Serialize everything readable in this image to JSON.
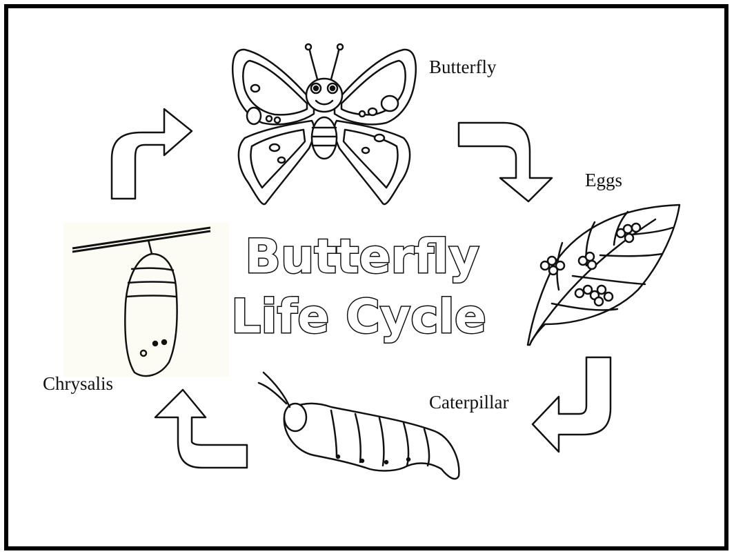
{
  "diagram": {
    "title_line1": "Butterfly",
    "title_line2": "Life Cycle",
    "stages": {
      "butterfly": "Butterfly",
      "eggs": "Eggs",
      "caterpillar": "Caterpillar",
      "chrysalis": "Chrysalis"
    }
  },
  "colors": {
    "border": "#000000",
    "line": "#111111",
    "chrysalis_bg": "#fdfcf4"
  }
}
